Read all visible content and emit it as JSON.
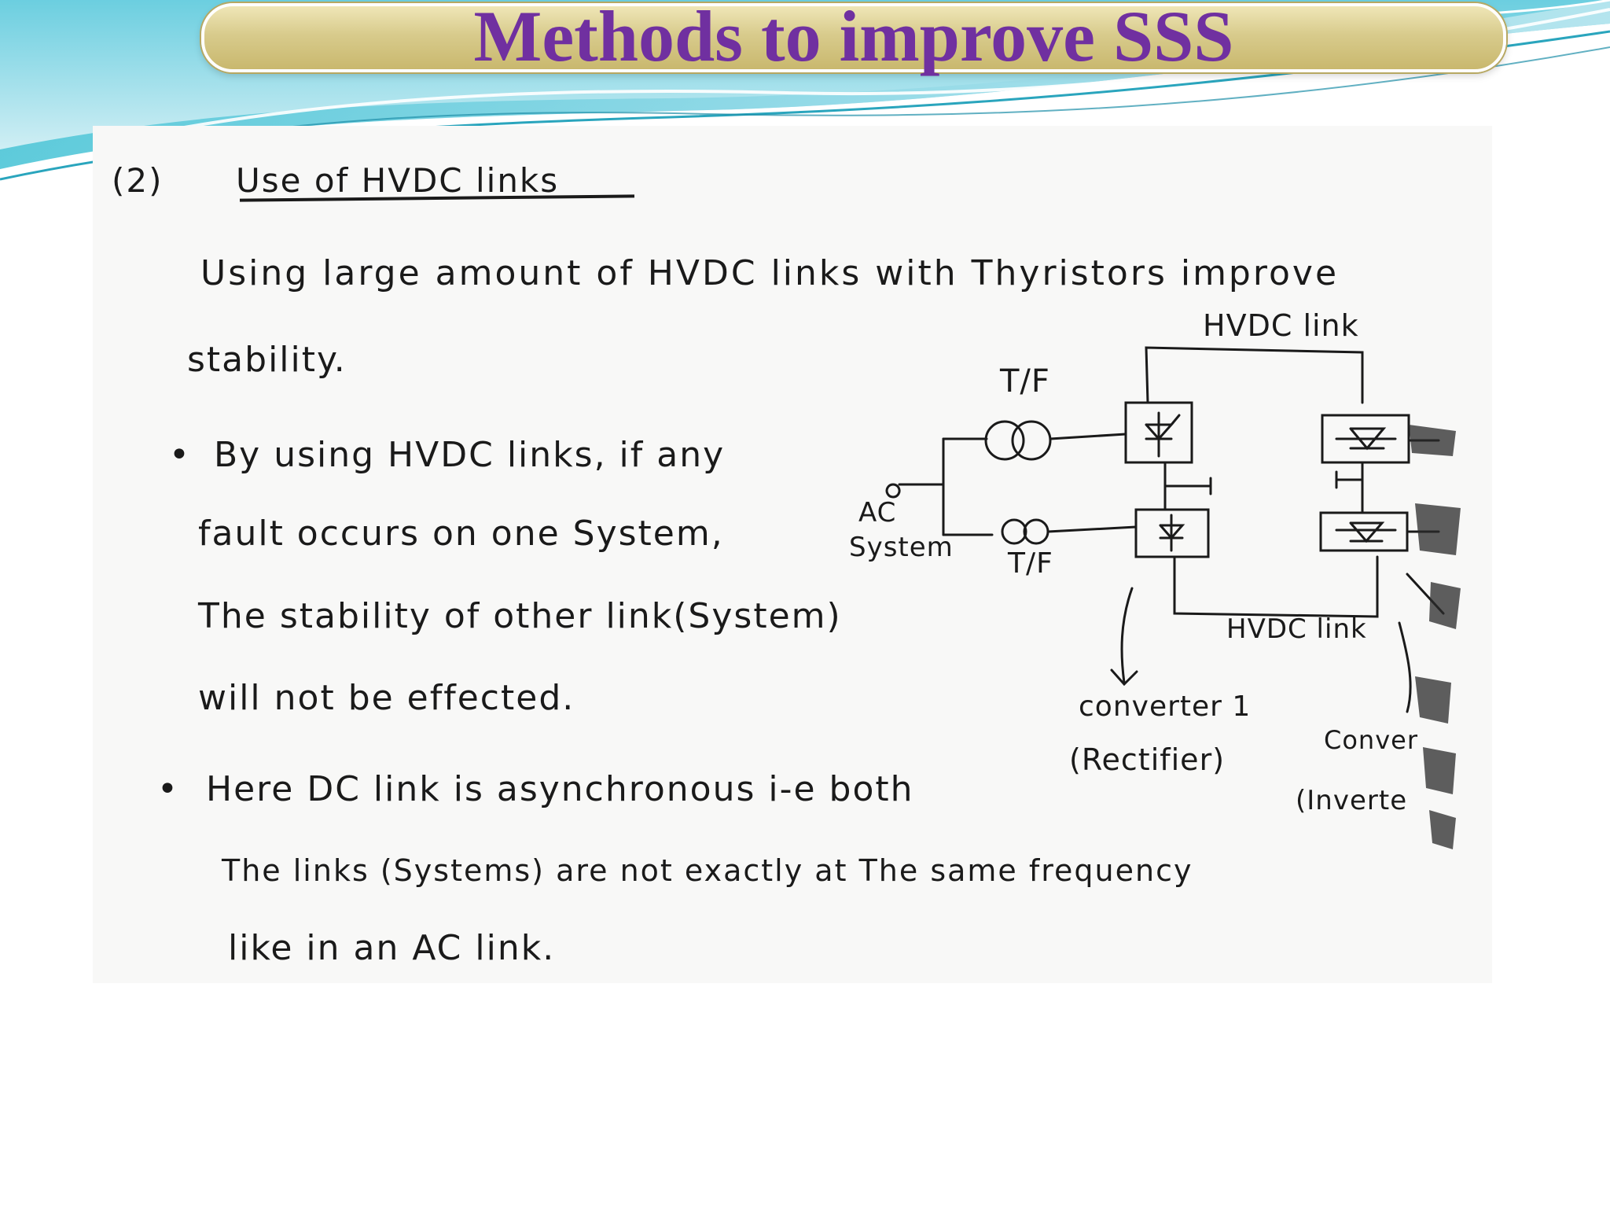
{
  "title": "Methods to improve SSS",
  "content": {
    "section_number": "(2)",
    "section_heading": "Use of HVDC links",
    "intro_line1": "Using large amount of HVDC links with Thyristors improve",
    "intro_line2": "stability.",
    "bullet1_line1": "By using HVDC links, if any",
    "bullet1_line2": "fault occurs on one System,",
    "bullet1_line3": "The stability of other link(System)",
    "bullet1_line4": "will not be effected.",
    "bullet2_line1": "Here DC link is asynchronous i-e both",
    "bullet2_line2": "The links (Systems) are not exactly at The same frequency",
    "bullet2_line3": "like in an AC link."
  },
  "diagram": {
    "hvdc_link_top": "HVDC link",
    "hvdc_link_bottom": "HVDC link",
    "tf_top": "T/F",
    "tf_bottom": "T/F",
    "ac_system_line1": "AC",
    "ac_system_line2": "System",
    "converter1_line1": "converter 1",
    "converter1_line2": "(Rectifier)",
    "converter2_line1": "Conver",
    "converter2_line2": "(Inverte"
  }
}
